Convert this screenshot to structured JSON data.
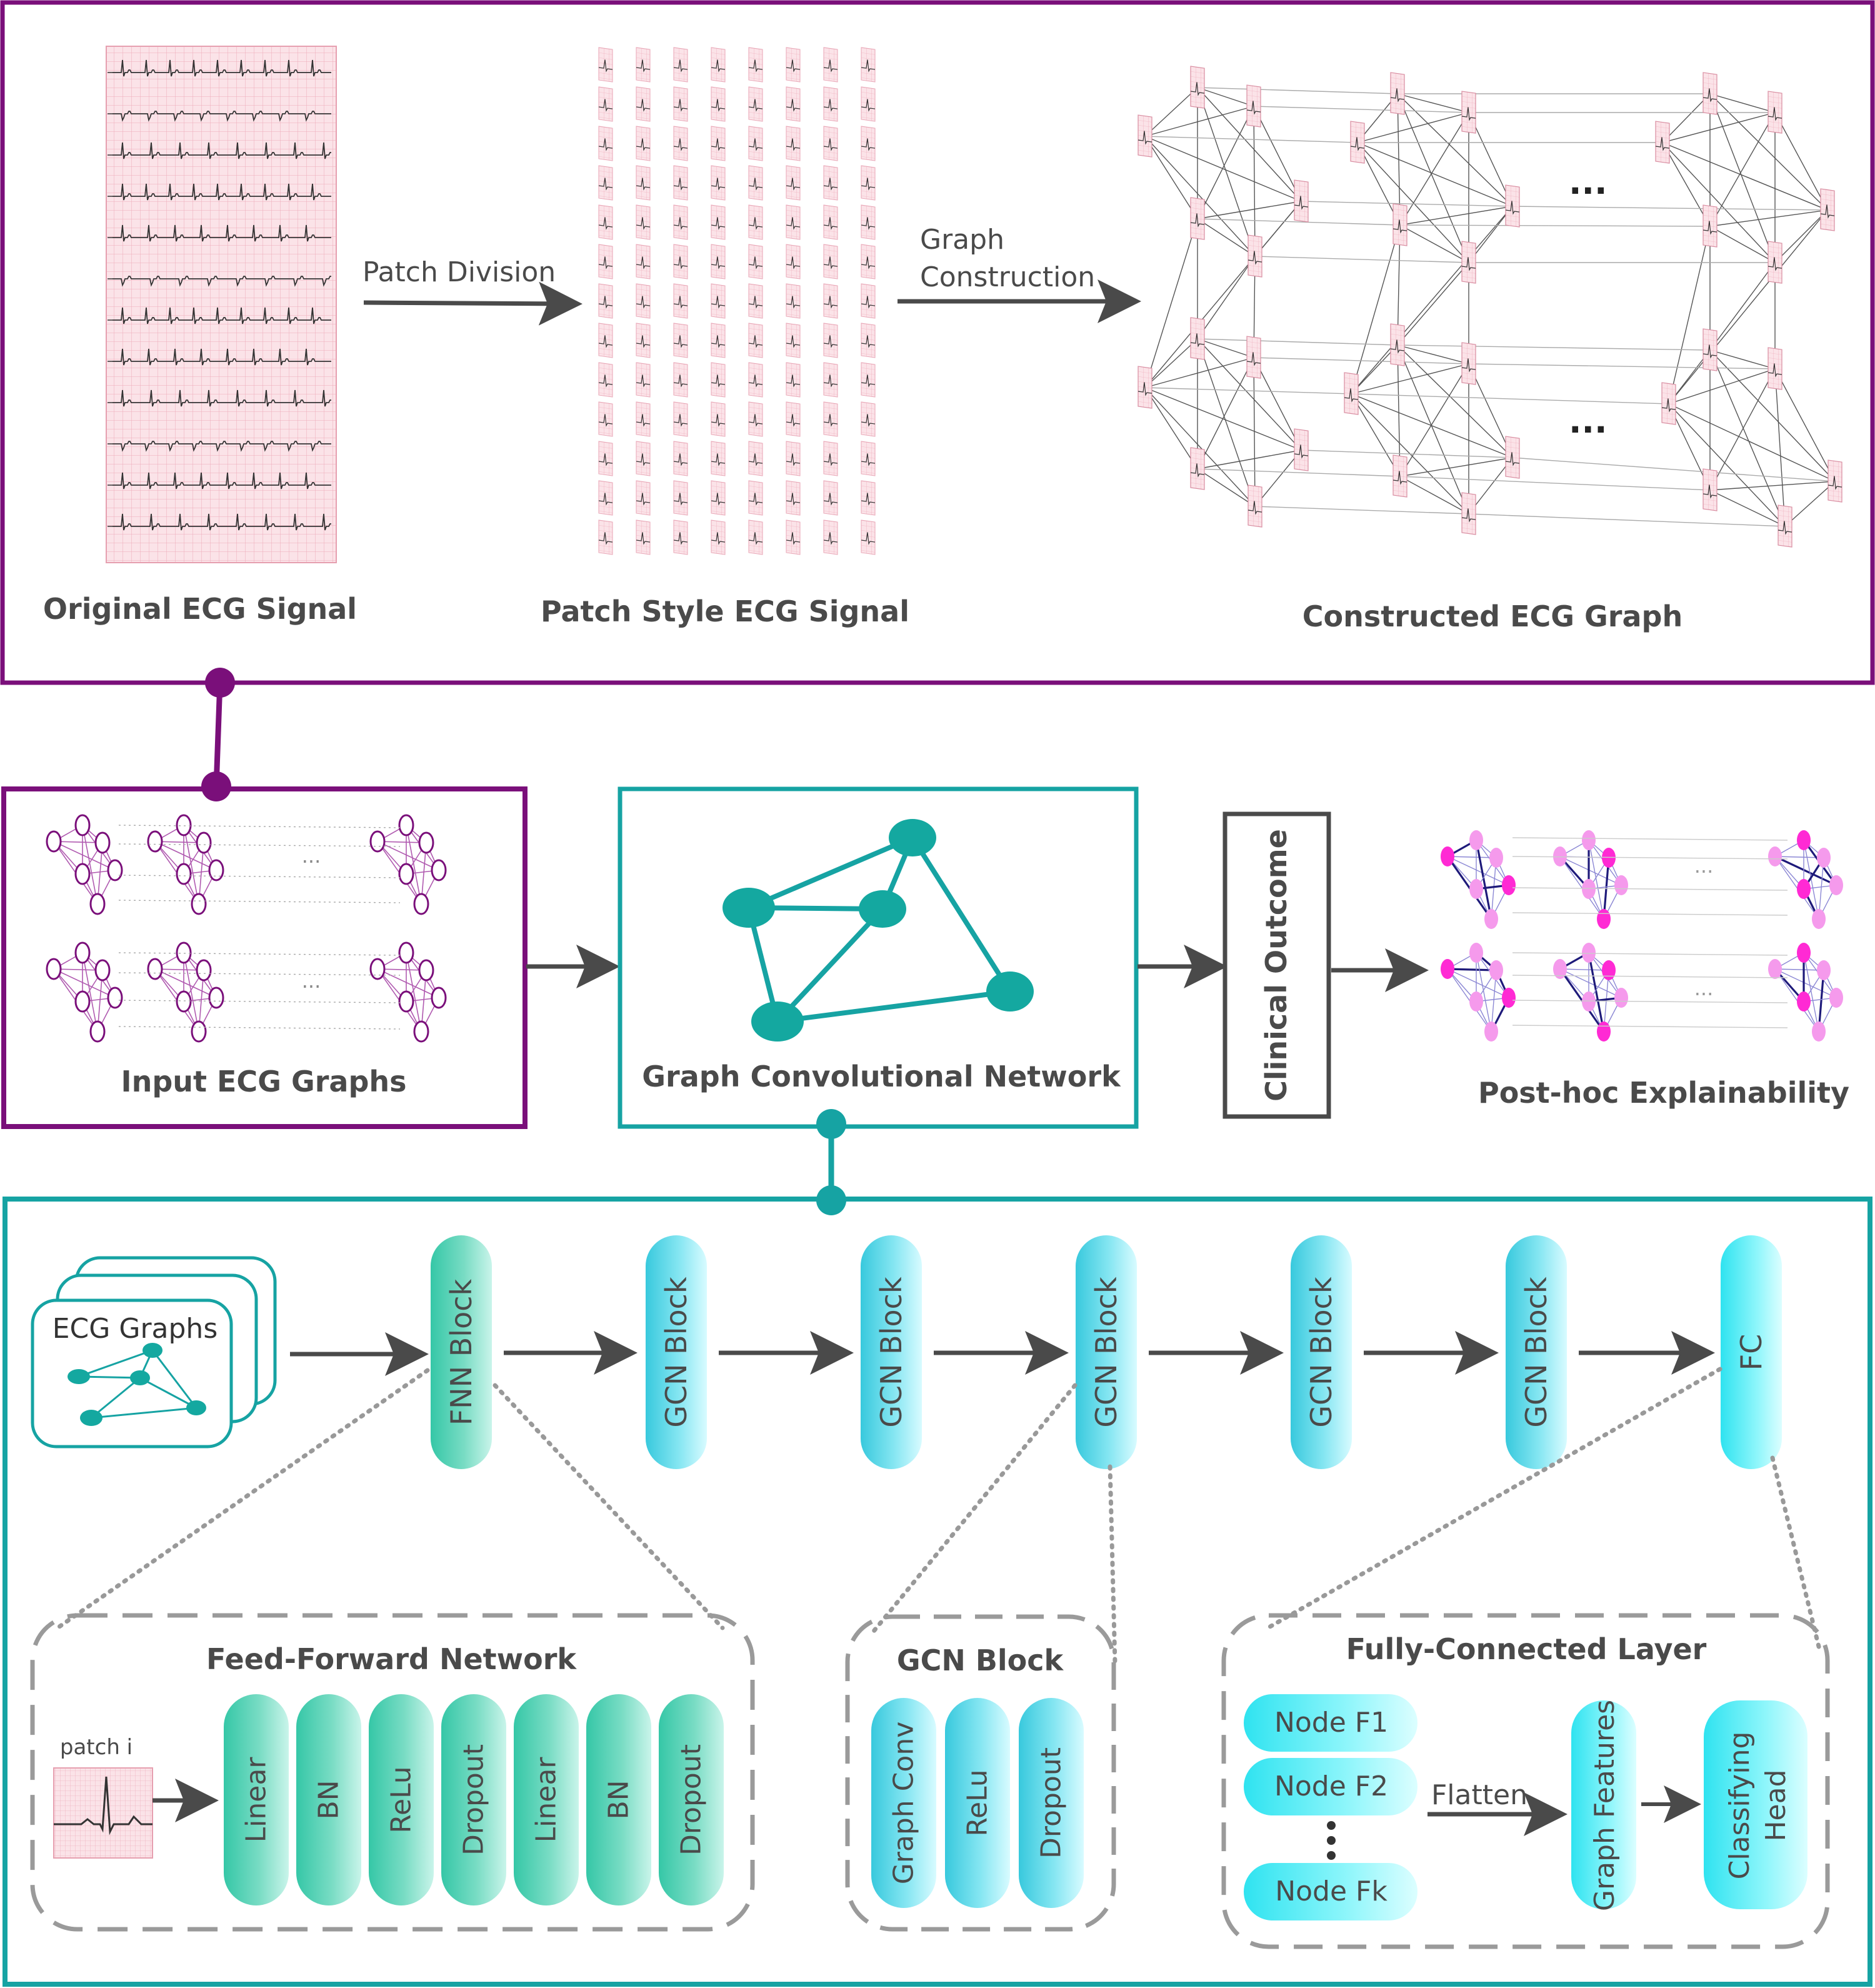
{
  "top_panel": {
    "arrow1_label": "Patch Division",
    "arrow2_label_line1": "Graph",
    "arrow2_label_line2": "Construction",
    "caption_original": "Original ECG Signal",
    "caption_patch": "Patch Style ECG Signal",
    "caption_graph": "Constructed ECG Graph",
    "ellipsis": "..."
  },
  "middle_row": {
    "input_graphs_label": "Input ECG Graphs",
    "gcn_label": "Graph Convolutional Network",
    "outcome_label": "Clinical Outcome",
    "explain_label": "Post-hoc Explainability",
    "ellipsis": "..."
  },
  "bottom_panel": {
    "input_card_label": "ECG Graphs",
    "pipeline": [
      "FNN Block",
      "GCN Block",
      "GCN Block",
      "GCN Block",
      "GCN Block",
      "GCN Block",
      "FC"
    ],
    "ffn": {
      "title": "Feed-Forward Network",
      "patch_label": "patch i",
      "layers": [
        "Linear",
        "BN",
        "ReLu",
        "Dropout",
        "Linear",
        "BN",
        "Dropout"
      ]
    },
    "gcn_block": {
      "title": "GCN Block",
      "layers": [
        "Graph Conv",
        "ReLu",
        "Dropout"
      ]
    },
    "fc_layer": {
      "title": "Fully-Connected Layer",
      "nodes": [
        "Node F1",
        "Node F2",
        "Node Fk"
      ],
      "flatten_label": "Flatten",
      "graph_features": "Graph Features",
      "head_line1": "Classifying",
      "head_line2": "Head"
    }
  },
  "colors": {
    "purple": "#7a0f7a",
    "teal": "#16a3a3",
    "gray": "#4a4a4a",
    "dashed": "#9a9a9a"
  }
}
